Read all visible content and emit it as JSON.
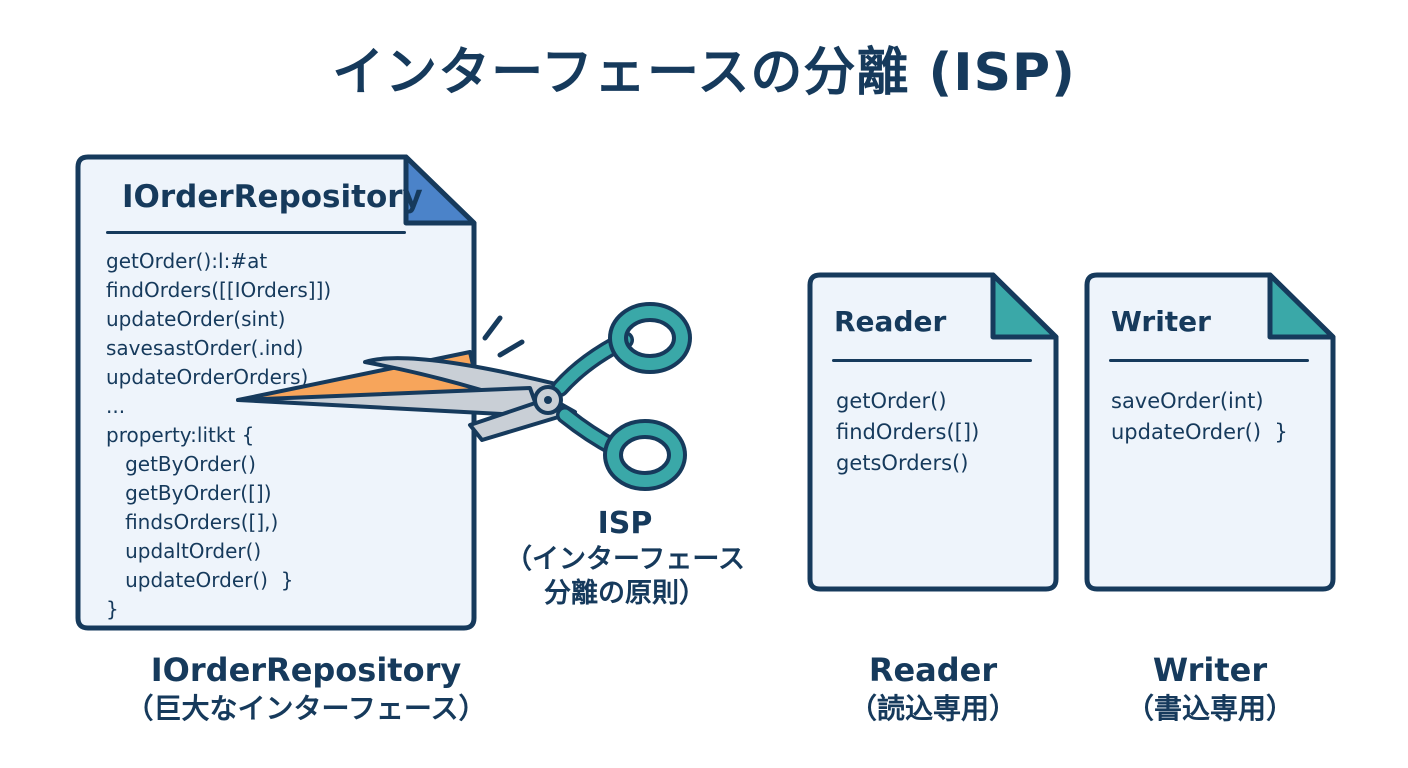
{
  "title": "インターフェースの分離 (ISP)",
  "big_doc": {
    "header": "IOrderRepository",
    "lines": [
      "getOrder():l:#at",
      "findOrders([[IOrders]])",
      "updateOrder(sint)",
      "savesastOrder(.ind)",
      "updateOrderOrders)",
      "...",
      "property:litkt {",
      "   getByOrder()",
      "   getByOrder([])",
      "   findsOrders([],)",
      "   updaltOrder()",
      "   updateOrder()  }",
      "}"
    ],
    "caption_name": "IOrderRepository",
    "caption_desc": "（巨大なインターフェース）"
  },
  "isp": {
    "line1": "ISP",
    "line2": "（インターフェース",
    "line3": "分離の原則）"
  },
  "reader_doc": {
    "header": "Reader",
    "lines": [
      "getOrder()",
      "findOrders([])",
      "getsOrders()"
    ],
    "caption_name": "Reader",
    "caption_desc": "（読込専用）"
  },
  "writer_doc": {
    "header": "Writer",
    "lines": [
      "saveOrder(int)",
      "updateOrder()  }"
    ],
    "caption_name": "Writer",
    "caption_desc": "（書込専用）"
  },
  "colors": {
    "outline": "#163a5c",
    "paper": "#eef4fb",
    "fold_big": "#4b83c9",
    "fold_small": "#3aa8a8",
    "scissor_handle": "#3aa8a8",
    "blade_accent": "#f7a55b",
    "blade": "#c9cfd6"
  },
  "icons": [
    "document-icon",
    "scissors-icon"
  ]
}
